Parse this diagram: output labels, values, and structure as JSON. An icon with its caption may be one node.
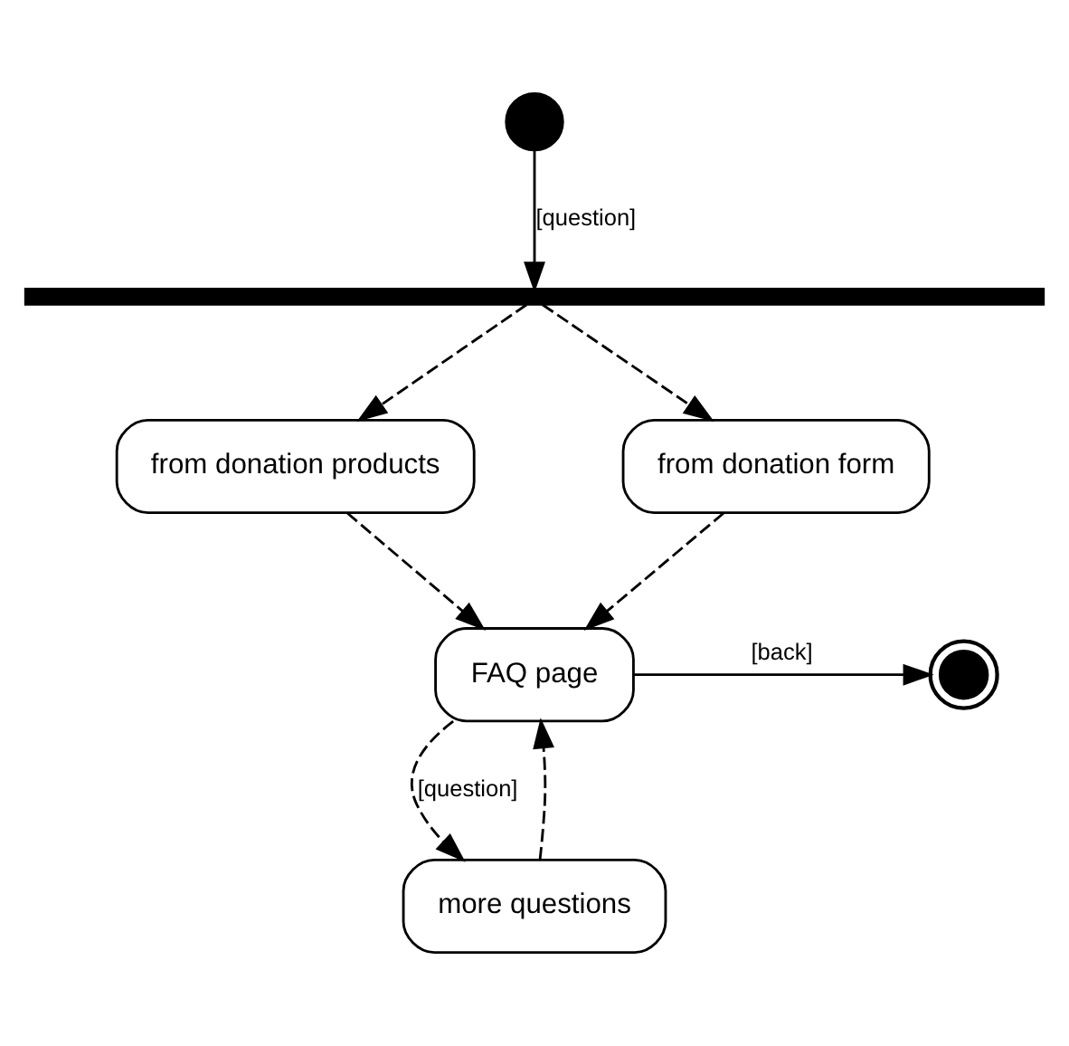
{
  "diagram": {
    "nodes": [
      {
        "text": [],
        "shape": "circle"
      },
      {
        "text": [],
        "shape": "bar"
      },
      {
        "text": [
          "from donation products"
        ]
      },
      {
        "text": [
          "from donation form"
        ]
      },
      {
        "text": [
          "FAQ page"
        ]
      },
      {
        "text": [],
        "shape": "circle"
      },
      {
        "text": [
          "more questions"
        ]
      }
    ],
    "edges": [
      {
        "from": 0,
        "to": 1,
        "arrow": "to",
        "label": "[question]"
      },
      {
        "from": 1,
        "to": 2,
        "arrow": "to",
        "style": "dashed"
      },
      {
        "from": 1,
        "to": 3,
        "arrow": "to",
        "style": "dashed"
      },
      {
        "from": 2,
        "to": 4,
        "arrow": "to",
        "style": "dashed"
      },
      {
        "from": 3,
        "to": 4,
        "arrow": "to",
        "style": "dashed"
      },
      {
        "from": 4,
        "to": 5,
        "arrow": "to",
        "label": "[back]"
      },
      {
        "from": 4,
        "to": 6,
        "arrow": "to",
        "style": "dashed",
        "label": "[question]"
      },
      {
        "from": 6,
        "to": 4,
        "arrow": "to",
        "style": "dashed"
      }
    ]
  }
}
